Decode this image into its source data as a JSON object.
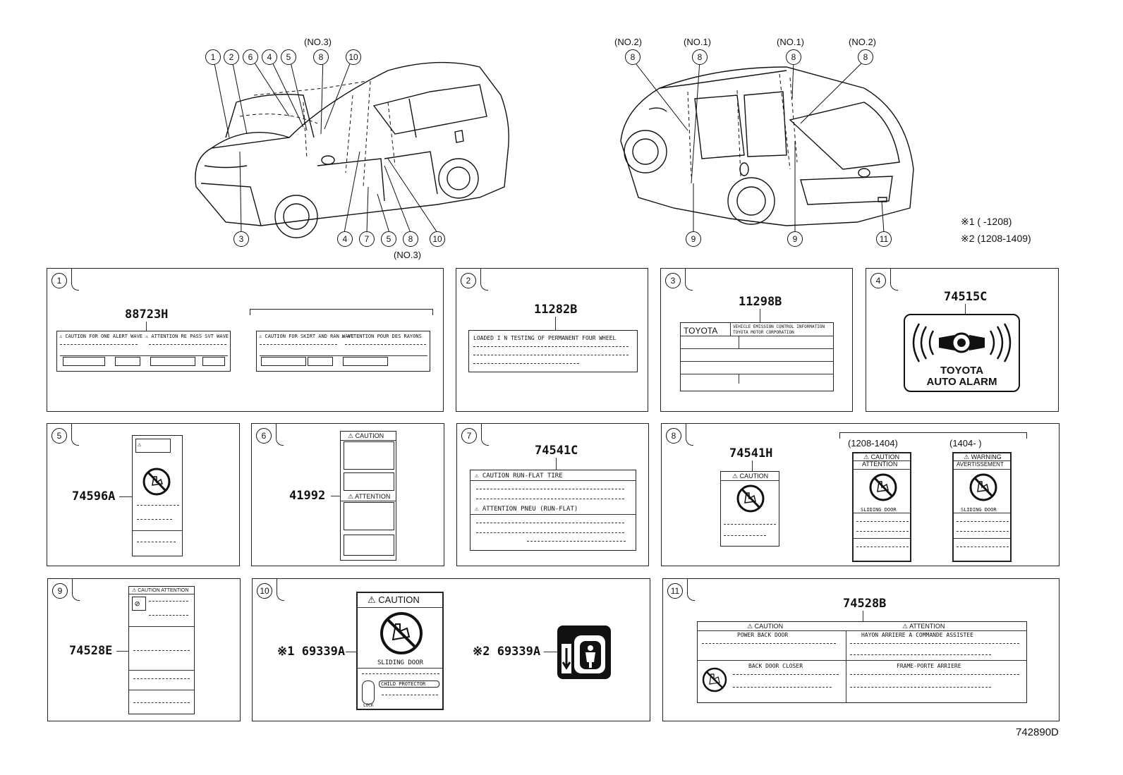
{
  "notes": {
    "note1": "※1 (      -1208)",
    "note2": "※2 (1208-1409)",
    "figure_code": "742890D"
  },
  "front_view": {
    "callouts_top": [
      "1",
      "2",
      "6",
      "4",
      "5",
      "8",
      "10"
    ],
    "top_no": "(NO.3)",
    "callouts_bottom": [
      "3",
      "4",
      "7",
      "5",
      "8",
      "10"
    ],
    "bottom_no": "(NO.3)"
  },
  "rear_view": {
    "callouts": [
      {
        "no": "(NO.2)",
        "num": "8"
      },
      {
        "no": "(NO.1)",
        "num": "8"
      },
      {
        "no": "(NO.1)",
        "num": "8"
      },
      {
        "no": "(NO.2)",
        "num": "8"
      }
    ],
    "bottom": [
      "9",
      "9",
      "11"
    ]
  },
  "panels": {
    "p1": {
      "num": "1",
      "part": "88723H",
      "l1a": "⚠ CAUTION FOR ONE ALERT WAVE",
      "l1b": "⚠ ATTENTION RE PASS SVT WAVE",
      "l2a": "⚠ CAUTION FOR SKIRT AND RAN WAVE",
      "l2b": "⚠ ATTENTION POUR DES RAYONS"
    },
    "p2": {
      "num": "2",
      "part": "11282B",
      "text": "LOADED I N TESTING OF PERMANENT FOUR WHEEL"
    },
    "p3": {
      "num": "3",
      "part": "11298B",
      "brand": "TOYOTA",
      "line1": "VEHICLE EMISSION CONTROL INFORMATION",
      "line2": "TOYOTA MOTOR CORPORATION"
    },
    "p4": {
      "num": "4",
      "part": "74515C",
      "text1": "TOYOTA",
      "text2": "AUTO ALARM"
    },
    "p5": {
      "num": "5",
      "part": "74596A"
    },
    "p6": {
      "num": "6",
      "part": "41992",
      "caution": "⚠ CAUTION",
      "attention": "⚠ ATTENTION"
    },
    "p7": {
      "num": "7",
      "part": "74541C",
      "caution": "⚠ CAUTION RUN-FLAT TIRE",
      "attention": "⚠ ATTENTION PNEU (RUN-FLAT)"
    },
    "p8": {
      "num": "8",
      "part": "74541H",
      "caution": "⚠ CAUTION",
      "v1": "(1208-1404)",
      "v2": "(1404-      )",
      "v1_h1": "⚠ CAUTION",
      "v1_h2": "ATTENTION",
      "v1_sd": "SLIDING DOOR",
      "v2_h1": "⚠ WARNING",
      "v2_h2": "AVERTISSEMENT",
      "v2_sd": "SLIDING DOOR"
    },
    "p9": {
      "num": "9",
      "part": "74528E",
      "header": "⚠ CAUTION ATTENTION"
    },
    "p10": {
      "num": "10",
      "part1": "※1 69339A",
      "part2": "※2 69339A",
      "caution": "⚠ CAUTION",
      "sd": "SLIDING DOOR",
      "cp": "CHILD PROTECTOR",
      "lock": "LOCK"
    },
    "p11": {
      "num": "11",
      "part": "74528B",
      "caution": "⚠ CAUTION",
      "attention": "⚠ ATTENTION",
      "pbd": "POWER BACK DOOR",
      "hayon": "HAYON ARRIERE A COMMANDE ASSISTEE",
      "bdc": "BACK DOOR CLOSER",
      "frame": "FRAME-PORTE ARRIERE"
    }
  }
}
